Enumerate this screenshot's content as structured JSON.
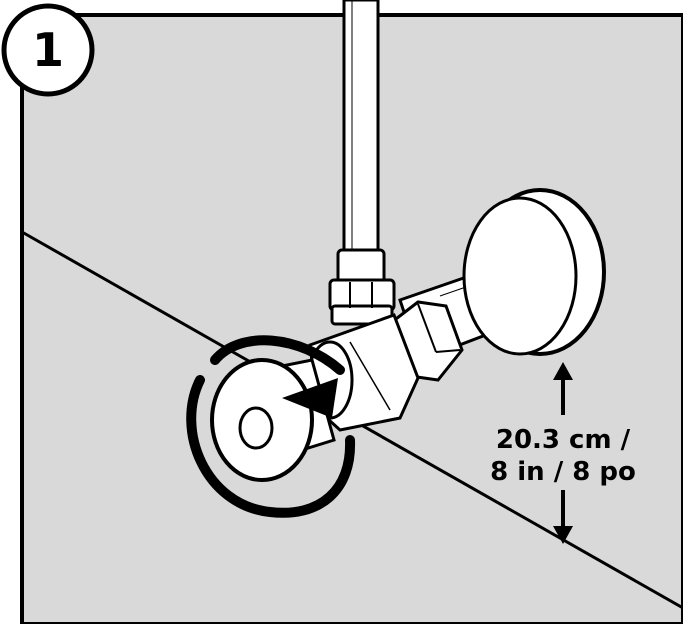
{
  "step": {
    "number": "1"
  },
  "measurement": {
    "line1": "20.3 cm /",
    "line2": "8 in / 8 po"
  },
  "colors": {
    "panel_fill": "#d9d9d9",
    "outline": "#000000",
    "metal": "#ffffff"
  }
}
